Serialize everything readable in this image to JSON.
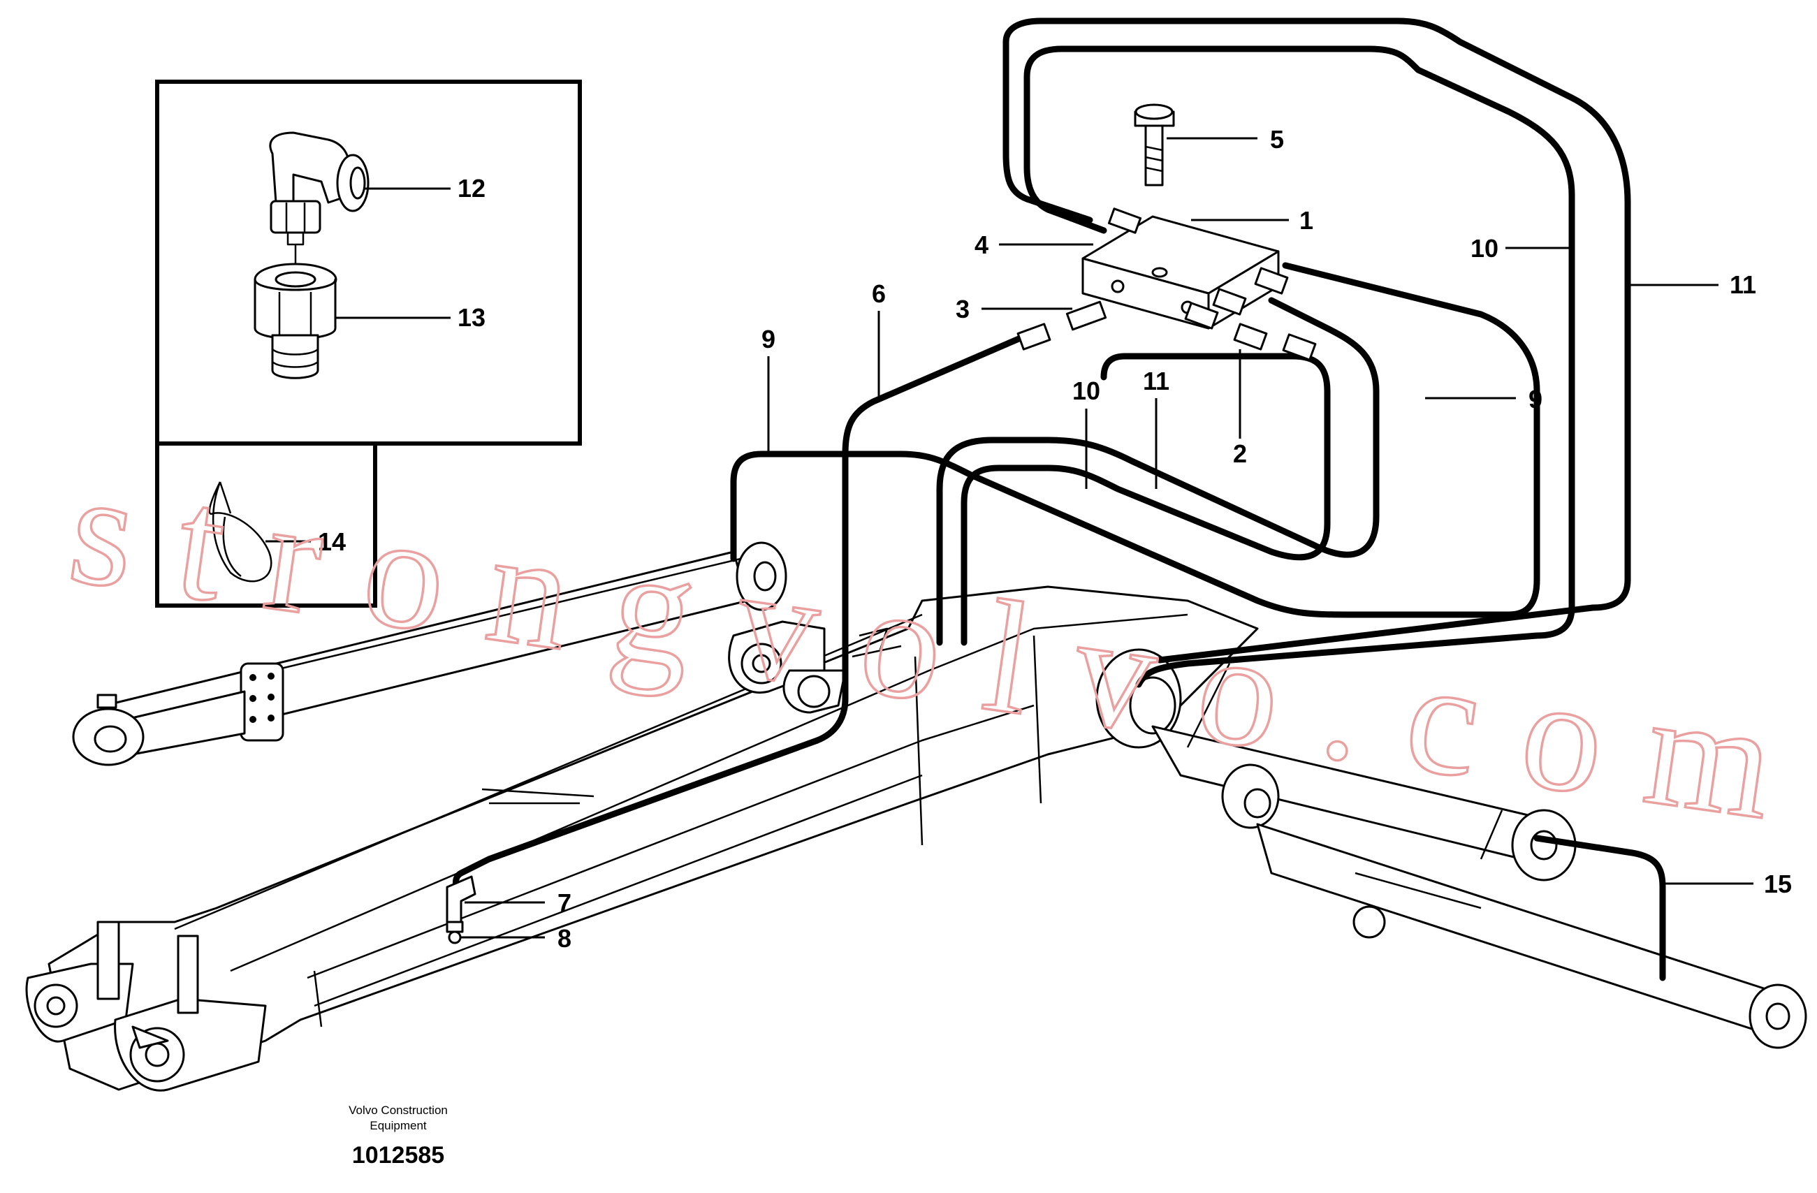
{
  "diagram": {
    "callouts": [
      {
        "id": "1",
        "label": "1"
      },
      {
        "id": "2",
        "label": "2"
      },
      {
        "id": "3",
        "label": "3"
      },
      {
        "id": "4",
        "label": "4"
      },
      {
        "id": "5",
        "label": "5"
      },
      {
        "id": "6",
        "label": "6"
      },
      {
        "id": "7",
        "label": "7"
      },
      {
        "id": "8",
        "label": "8"
      },
      {
        "id": "9a",
        "label": "9"
      },
      {
        "id": "9b",
        "label": "9"
      },
      {
        "id": "10a",
        "label": "10"
      },
      {
        "id": "10b",
        "label": "10"
      },
      {
        "id": "11a",
        "label": "11"
      },
      {
        "id": "11b",
        "label": "11"
      },
      {
        "id": "12",
        "label": "12"
      },
      {
        "id": "13",
        "label": "13"
      },
      {
        "id": "14",
        "label": "14"
      },
      {
        "id": "15",
        "label": "15"
      }
    ],
    "credit_line1": "Volvo Construction",
    "credit_line2": "Equipment",
    "document_number": "1012585",
    "watermark": "strongvolvo.com"
  },
  "colors": {
    "line": "#000000",
    "background": "#ffffff",
    "watermark": "#eba0a0"
  }
}
